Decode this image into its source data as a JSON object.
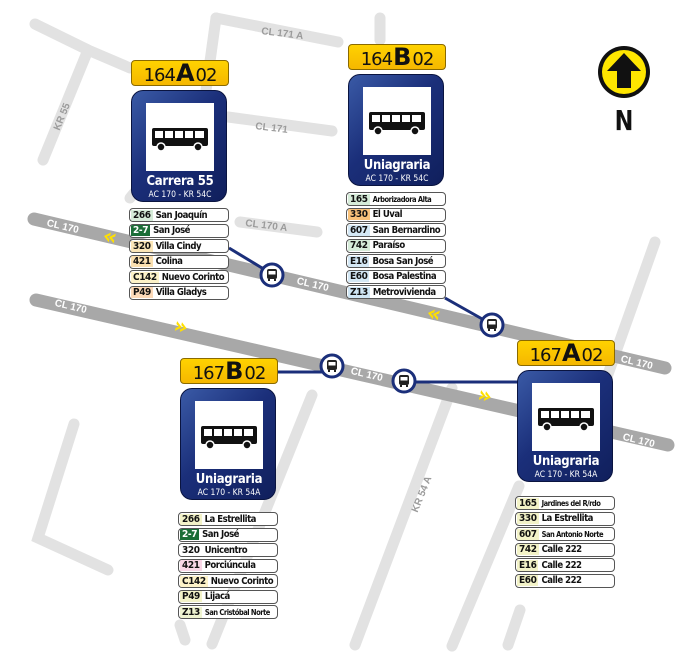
{
  "map": {
    "colors": {
      "minor_street": "#e2e2e2",
      "major_street": "#a8a8a8",
      "connector": "#1b2f7a",
      "arrow": "#ffe000",
      "plate": "#ffcc00"
    },
    "streets": {
      "cl_171_a": "CL 171 A",
      "cl_171": "CL 171",
      "kr_55": "KR 55",
      "cl_170_a": "CL 170 A",
      "cl_170_upper_left": "CL 170",
      "cl_170_upper_mid": "CL 170",
      "cl_170_lower_left": "CL 170",
      "cl_170_lower_mid": "CL 170",
      "cl_170_right_upper": "CL 170",
      "cl_170_right_lower": "CL 170",
      "kr_54_a": "KR 54 A"
    },
    "compass": {
      "label": "N",
      "icon": "north-arrow-icon"
    }
  },
  "stops": [
    {
      "code_num": "164",
      "code_letter": "A",
      "code_suffix": "02",
      "name": "Carrera 55",
      "location": "AC 170 - KR 54C",
      "routes": [
        {
          "num": "266",
          "dest": "San Joaquín",
          "color": "#d6ecd9",
          "text": "#111"
        },
        {
          "num": "2-7",
          "dest": "San José",
          "color": "#1b6e37",
          "text": "#fff"
        },
        {
          "num": "320",
          "dest": "Villa Cindy",
          "color": "#fbe6b8",
          "text": "#111"
        },
        {
          "num": "421",
          "dest": "Colina",
          "color": "#fbe0b0",
          "text": "#111"
        },
        {
          "num": "C142",
          "dest": "Nuevo Corinto",
          "color": "#fdf2c8",
          "text": "#111"
        },
        {
          "num": "P49",
          "dest": "Villa Gladys",
          "color": "#fcd9b8",
          "text": "#111"
        }
      ]
    },
    {
      "code_num": "164",
      "code_letter": "B",
      "code_suffix": "02",
      "name": "Uniagraria",
      "location": "AC 170 - KR 54C",
      "routes": [
        {
          "num": "165",
          "dest": "Arborizadora Alta",
          "color": "#d6ecd9",
          "text": "#111"
        },
        {
          "num": "330",
          "dest": "El Uval",
          "color": "#f9c27a",
          "text": "#111"
        },
        {
          "num": "607",
          "dest": "San Bernardino",
          "color": "#d4e8f5",
          "text": "#111"
        },
        {
          "num": "742",
          "dest": "Paraíso",
          "color": "#d6ecd9",
          "text": "#111"
        },
        {
          "num": "E16",
          "dest": "Bosa San José",
          "color": "#d4e8f5",
          "text": "#111"
        },
        {
          "num": "E60",
          "dest": "Bosa Palestina",
          "color": "#d4e8f5",
          "text": "#111"
        },
        {
          "num": "Z13",
          "dest": "Metrovivienda",
          "color": "#cfe6f5",
          "text": "#111"
        }
      ]
    },
    {
      "code_num": "167",
      "code_letter": "B",
      "code_suffix": "02",
      "name": "Uniagraria",
      "location": "AC 170 - KR 54A",
      "routes": [
        {
          "num": "266",
          "dest": "La Estrellita",
          "color": "#f3f3c8",
          "text": "#111"
        },
        {
          "num": "2-7",
          "dest": "San José",
          "color": "#1b6e37",
          "text": "#fff"
        },
        {
          "num": "320",
          "dest": "Unicentro",
          "color": "#ffffff",
          "text": "#111"
        },
        {
          "num": "421",
          "dest": "Porciúncula",
          "color": "#f9d6e6",
          "text": "#111"
        },
        {
          "num": "C142",
          "dest": "Nuevo Corinto",
          "color": "#fdf2c8",
          "text": "#111"
        },
        {
          "num": "P49",
          "dest": "Lijacá",
          "color": "#f3f3c8",
          "text": "#111"
        },
        {
          "num": "Z13",
          "dest": "San Cristóbal Norte",
          "color": "#eef3d0",
          "text": "#111",
          "small": true
        }
      ]
    },
    {
      "code_num": "167",
      "code_letter": "A",
      "code_suffix": "02",
      "name": "Uniagraria",
      "location": "AC 170 - KR 54A",
      "routes": [
        {
          "num": "165",
          "dest": "Jardines del R/rdo",
          "color": "#f3f3c8",
          "text": "#111"
        },
        {
          "num": "330",
          "dest": "La Estrellita",
          "color": "#f3f3c8",
          "text": "#111"
        },
        {
          "num": "607",
          "dest": "San Antonio Norte",
          "color": "#f3f3c8",
          "text": "#111",
          "small": true
        },
        {
          "num": "742",
          "dest": "Calle 222",
          "color": "#f3f3c8",
          "text": "#111"
        },
        {
          "num": "E16",
          "dest": "Calle 222",
          "color": "#f3f3c8",
          "text": "#111"
        },
        {
          "num": "E60",
          "dest": "Calle 222",
          "color": "#f3f3c8",
          "text": "#111"
        }
      ]
    }
  ]
}
